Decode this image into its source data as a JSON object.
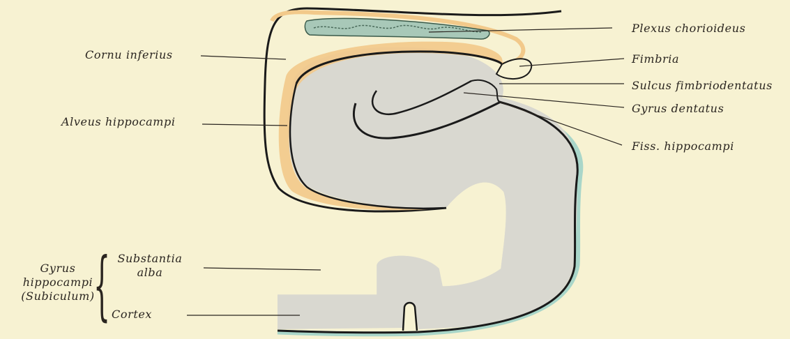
{
  "labels": {
    "plexus_chorioideus": "Plexus chorioideus",
    "fimbria": "Fimbria",
    "sulcus_fimbriodentatus": "Sulcus fimbriodentatus",
    "gyrus_dentatus": "Gyrus dentatus",
    "fiss_hippocampi": "Fiss. hippocampi",
    "cornu_inferius": "Cornu inferius",
    "alveus_hippocampi": "Alveus hippocampi",
    "gyrus_hippocampi_line1": "Gyrus",
    "gyrus_hippocampi_line2": "hippocampi",
    "gyrus_hippocampi_line3": "(Subiculum)",
    "substantia_alba_line1": "Substantia",
    "substantia_alba_line2": "alba",
    "cortex": "Cortex"
  },
  "colors": {
    "background": "#f7f2d2",
    "gray_matter": "#d9d8d0",
    "alveus": "#f2c98a",
    "plexus": "#a8c8b8",
    "outline": "#1a1a1a"
  }
}
